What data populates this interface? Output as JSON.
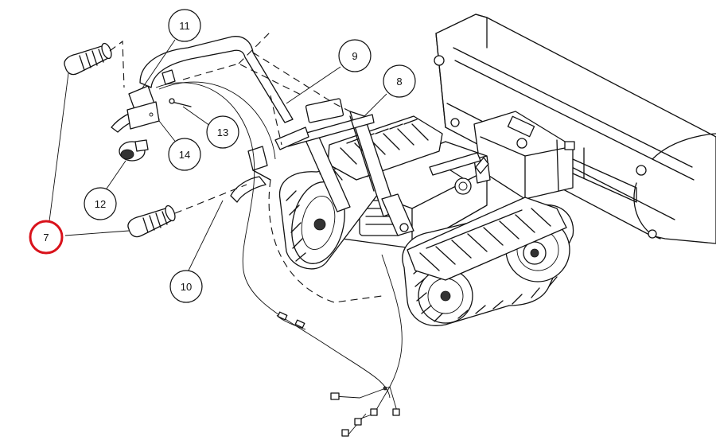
{
  "diagram": {
    "callouts": [
      {
        "id": "c7",
        "label": "7",
        "highlighted": true
      },
      {
        "id": "c8",
        "label": "8"
      },
      {
        "id": "c9",
        "label": "9"
      },
      {
        "id": "c10",
        "label": "10"
      },
      {
        "id": "c11",
        "label": "11"
      },
      {
        "id": "c12",
        "label": "12"
      },
      {
        "id": "c13",
        "label": "13"
      },
      {
        "id": "c14",
        "label": "14"
      }
    ],
    "colors": {
      "line": "#111111",
      "highlight": "#d9121b",
      "background": "#ffffff"
    }
  }
}
